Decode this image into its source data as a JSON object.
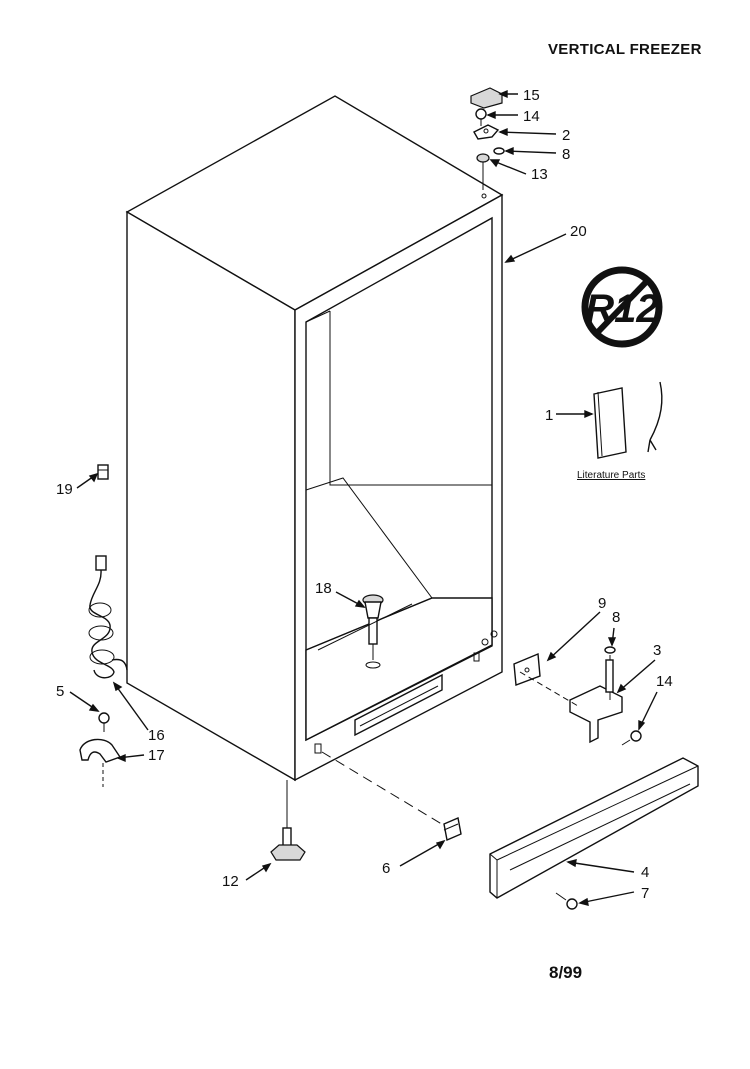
{
  "title": "VERTICAL FREEZER",
  "date": "8/99",
  "literature_label": "Literature Parts",
  "r12_symbol_text": "R12",
  "callouts": [
    "15",
    "14",
    "2",
    "8",
    "13",
    "20",
    "1",
    "19",
    "18",
    "9",
    "8",
    "3",
    "14",
    "5",
    "16",
    "17",
    "12",
    "6",
    "4",
    "7"
  ]
}
